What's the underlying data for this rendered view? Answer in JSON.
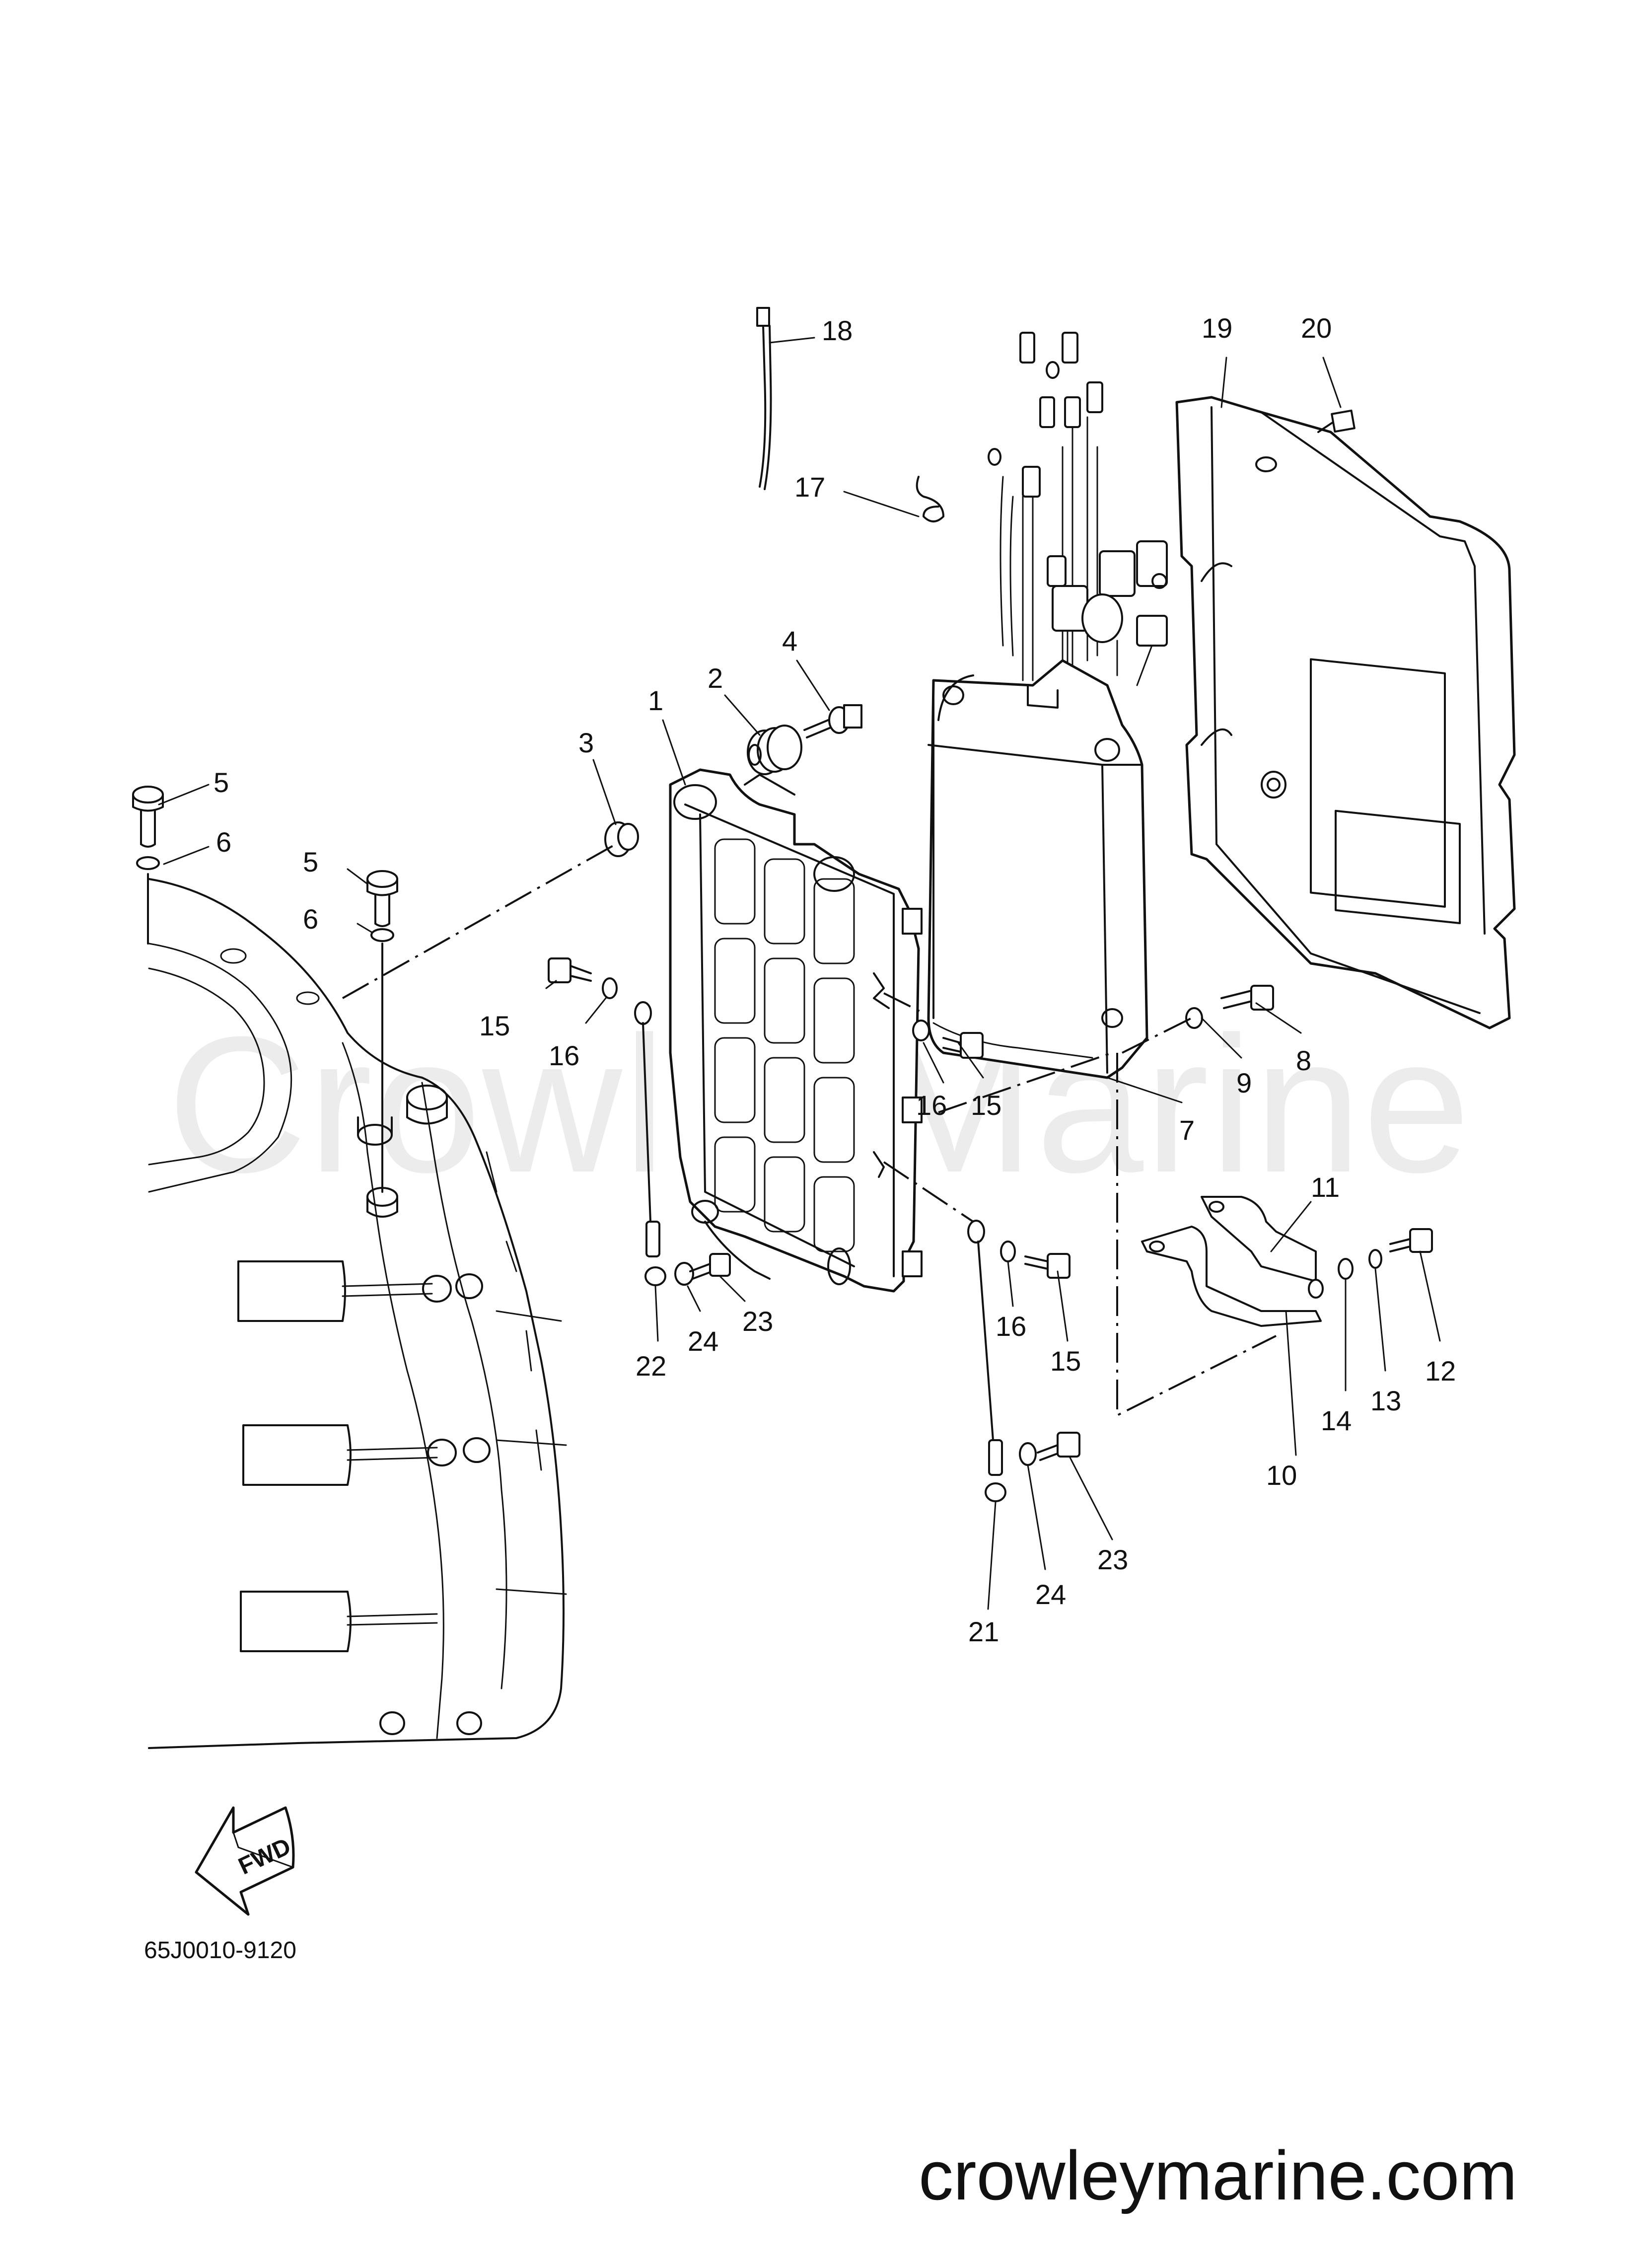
{
  "watermark": "CrowleyMarine",
  "diagram_code": "65J0010-9120",
  "fwd_label": "FWD",
  "site_url": "crowleymarine.com",
  "callouts": [
    {
      "id": "c1",
      "text": "1"
    },
    {
      "id": "c2",
      "text": "2"
    },
    {
      "id": "c3",
      "text": "3"
    },
    {
      "id": "c4",
      "text": "4"
    },
    {
      "id": "c5a",
      "text": "5"
    },
    {
      "id": "c5b",
      "text": "5"
    },
    {
      "id": "c6a",
      "text": "6"
    },
    {
      "id": "c6b",
      "text": "6"
    },
    {
      "id": "c7",
      "text": "7"
    },
    {
      "id": "c8",
      "text": "8"
    },
    {
      "id": "c9",
      "text": "9"
    },
    {
      "id": "c10",
      "text": "10"
    },
    {
      "id": "c11",
      "text": "11"
    },
    {
      "id": "c12",
      "text": "12"
    },
    {
      "id": "c13",
      "text": "13"
    },
    {
      "id": "c14",
      "text": "14"
    },
    {
      "id": "c15a",
      "text": "15"
    },
    {
      "id": "c15b",
      "text": "15"
    },
    {
      "id": "c15c",
      "text": "15"
    },
    {
      "id": "c16a",
      "text": "16"
    },
    {
      "id": "c16b",
      "text": "16"
    },
    {
      "id": "c16c",
      "text": "16"
    },
    {
      "id": "c17",
      "text": "17"
    },
    {
      "id": "c18",
      "text": "18"
    },
    {
      "id": "c19",
      "text": "19"
    },
    {
      "id": "c20",
      "text": "20"
    },
    {
      "id": "c21",
      "text": "21"
    },
    {
      "id": "c22",
      "text": "22"
    },
    {
      "id": "c23a",
      "text": "23"
    },
    {
      "id": "c23b",
      "text": "23"
    },
    {
      "id": "c24a",
      "text": "24"
    },
    {
      "id": "c24b",
      "text": "24"
    }
  ]
}
